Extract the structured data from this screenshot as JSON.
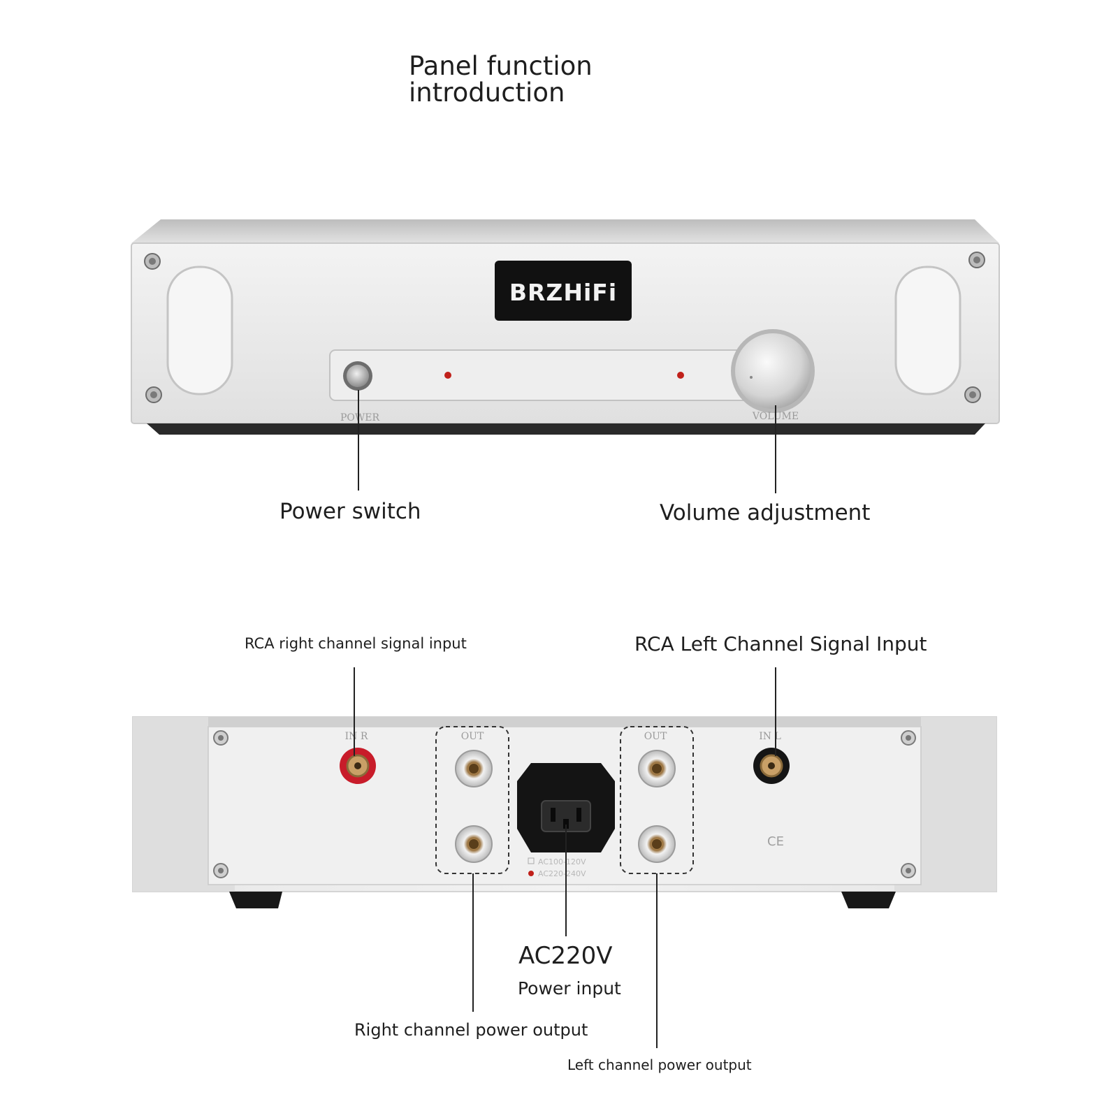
{
  "title": "Panel function introduction",
  "front_panel": {
    "logo": "BRZHiFi",
    "power_marking": "POWER",
    "volume_marking": "VOLUME",
    "labels": {
      "power_switch": "Power switch",
      "volume_adjustment": "Volume adjustment"
    }
  },
  "rear_panel": {
    "in_r_marking": "IN R",
    "in_l_marking": "IN L",
    "out_marking": "OUT",
    "ce_marking": "CE",
    "voltage_options": [
      "AC100-120V",
      "AC220-240V"
    ],
    "labels": {
      "rca_right": "RCA right channel signal input",
      "rca_left": "RCA Left Channel Signal Input",
      "ac220v": "AC220V",
      "power_input": "Power input",
      "right_power_output": "Right channel power output",
      "left_power_output": "Left channel power output"
    }
  },
  "colors": {
    "chassis": "#e6e6e6",
    "display": "#111111",
    "led": "#c0201a",
    "rca_right": "#c81c2a",
    "rca_left": "#151515"
  }
}
